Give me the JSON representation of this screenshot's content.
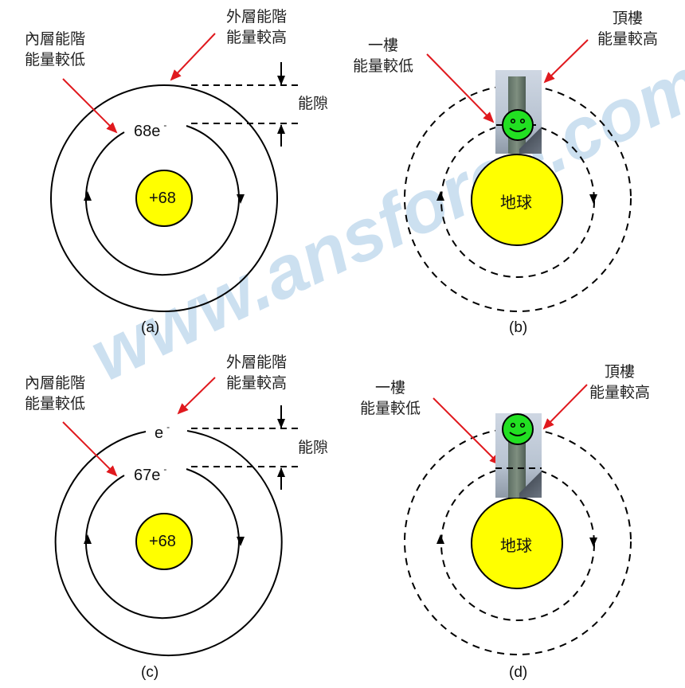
{
  "watermark": "www.ansforce.com",
  "panels": {
    "a": {
      "caption": "(a)",
      "nucleus": "+68",
      "inner_electrons": "68e",
      "electron_sup": "-",
      "label_inner": [
        "內層能階",
        "能量較低"
      ],
      "label_outer": [
        "外層能階",
        "能量較高"
      ],
      "gap_label": "能隙"
    },
    "b": {
      "caption": "(b)",
      "center": "地球",
      "label_low": [
        "一樓",
        "能量較低"
      ],
      "label_high": [
        "頂樓",
        "能量較高"
      ],
      "person_position": "inner orbit (1st floor)"
    },
    "c": {
      "caption": "(c)",
      "nucleus": "+68",
      "inner_electrons": "67e",
      "outer_electrons": "e",
      "electron_sup": "-",
      "label_inner": [
        "內層能階",
        "能量較低"
      ],
      "label_outer": [
        "外層能階",
        "能量較高"
      ],
      "gap_label": "能隙"
    },
    "d": {
      "caption": "(d)",
      "center": "地球",
      "label_low": [
        "一樓",
        "能量較低"
      ],
      "label_high": [
        "頂樓",
        "能量較高"
      ],
      "person_position": "outer orbit (top floor)"
    }
  },
  "colors": {
    "nucleus_fill": "#ffff00",
    "arrow_red": "#e0191e",
    "smiley_fill": "#22e022",
    "line": "#000000",
    "watermark": "#bcd6ec"
  }
}
